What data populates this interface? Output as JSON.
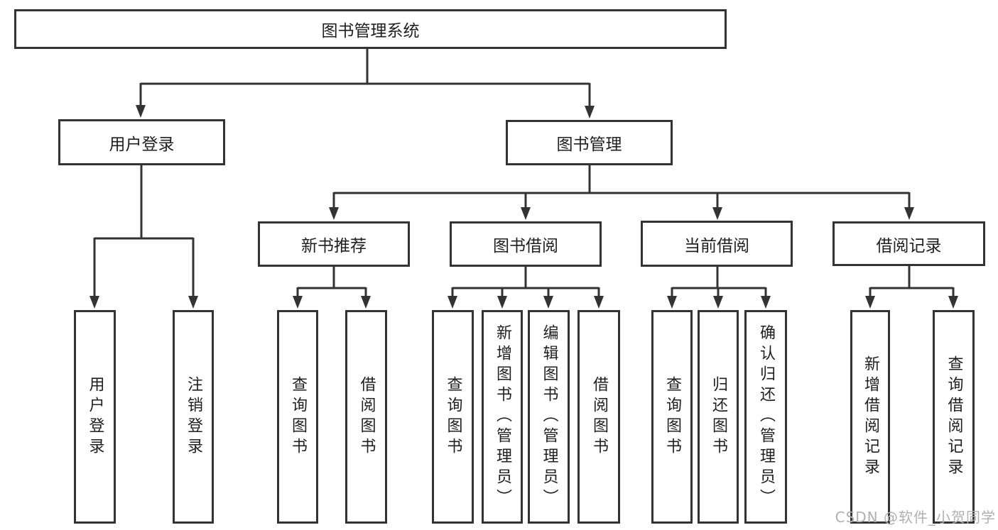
{
  "tree": {
    "root": {
      "label": "图书管理系统"
    },
    "children": [
      {
        "label": "用户登录",
        "children": [
          {
            "label": "用户登录"
          },
          {
            "label": "注销登录"
          }
        ]
      },
      {
        "label": "图书管理",
        "children": [
          {
            "label": "新书推荐",
            "children": [
              {
                "label": "查询图书"
              },
              {
                "label": "借阅图书"
              }
            ]
          },
          {
            "label": "图书借阅",
            "children": [
              {
                "label": "查询图书"
              },
              {
                "label": "新增图书（管理员）"
              },
              {
                "label": "编辑图书（管理员）"
              },
              {
                "label": "借阅图书"
              }
            ]
          },
          {
            "label": "当前借阅",
            "children": [
              {
                "label": "查询图书"
              },
              {
                "label": "归还图书"
              },
              {
                "label": "确认归还（管理员）"
              }
            ]
          },
          {
            "label": "借阅记录",
            "children": [
              {
                "label": "新增借阅记录"
              },
              {
                "label": "查询借阅记录"
              }
            ]
          }
        ]
      }
    ]
  },
  "watermark": "CSDN @软件_小贺同学",
  "colors": {
    "line": "#333333",
    "text": "#1f1f1f",
    "box_background": "#ffffff",
    "page_background": "#ffffff",
    "watermark": "#b0b0b0"
  }
}
